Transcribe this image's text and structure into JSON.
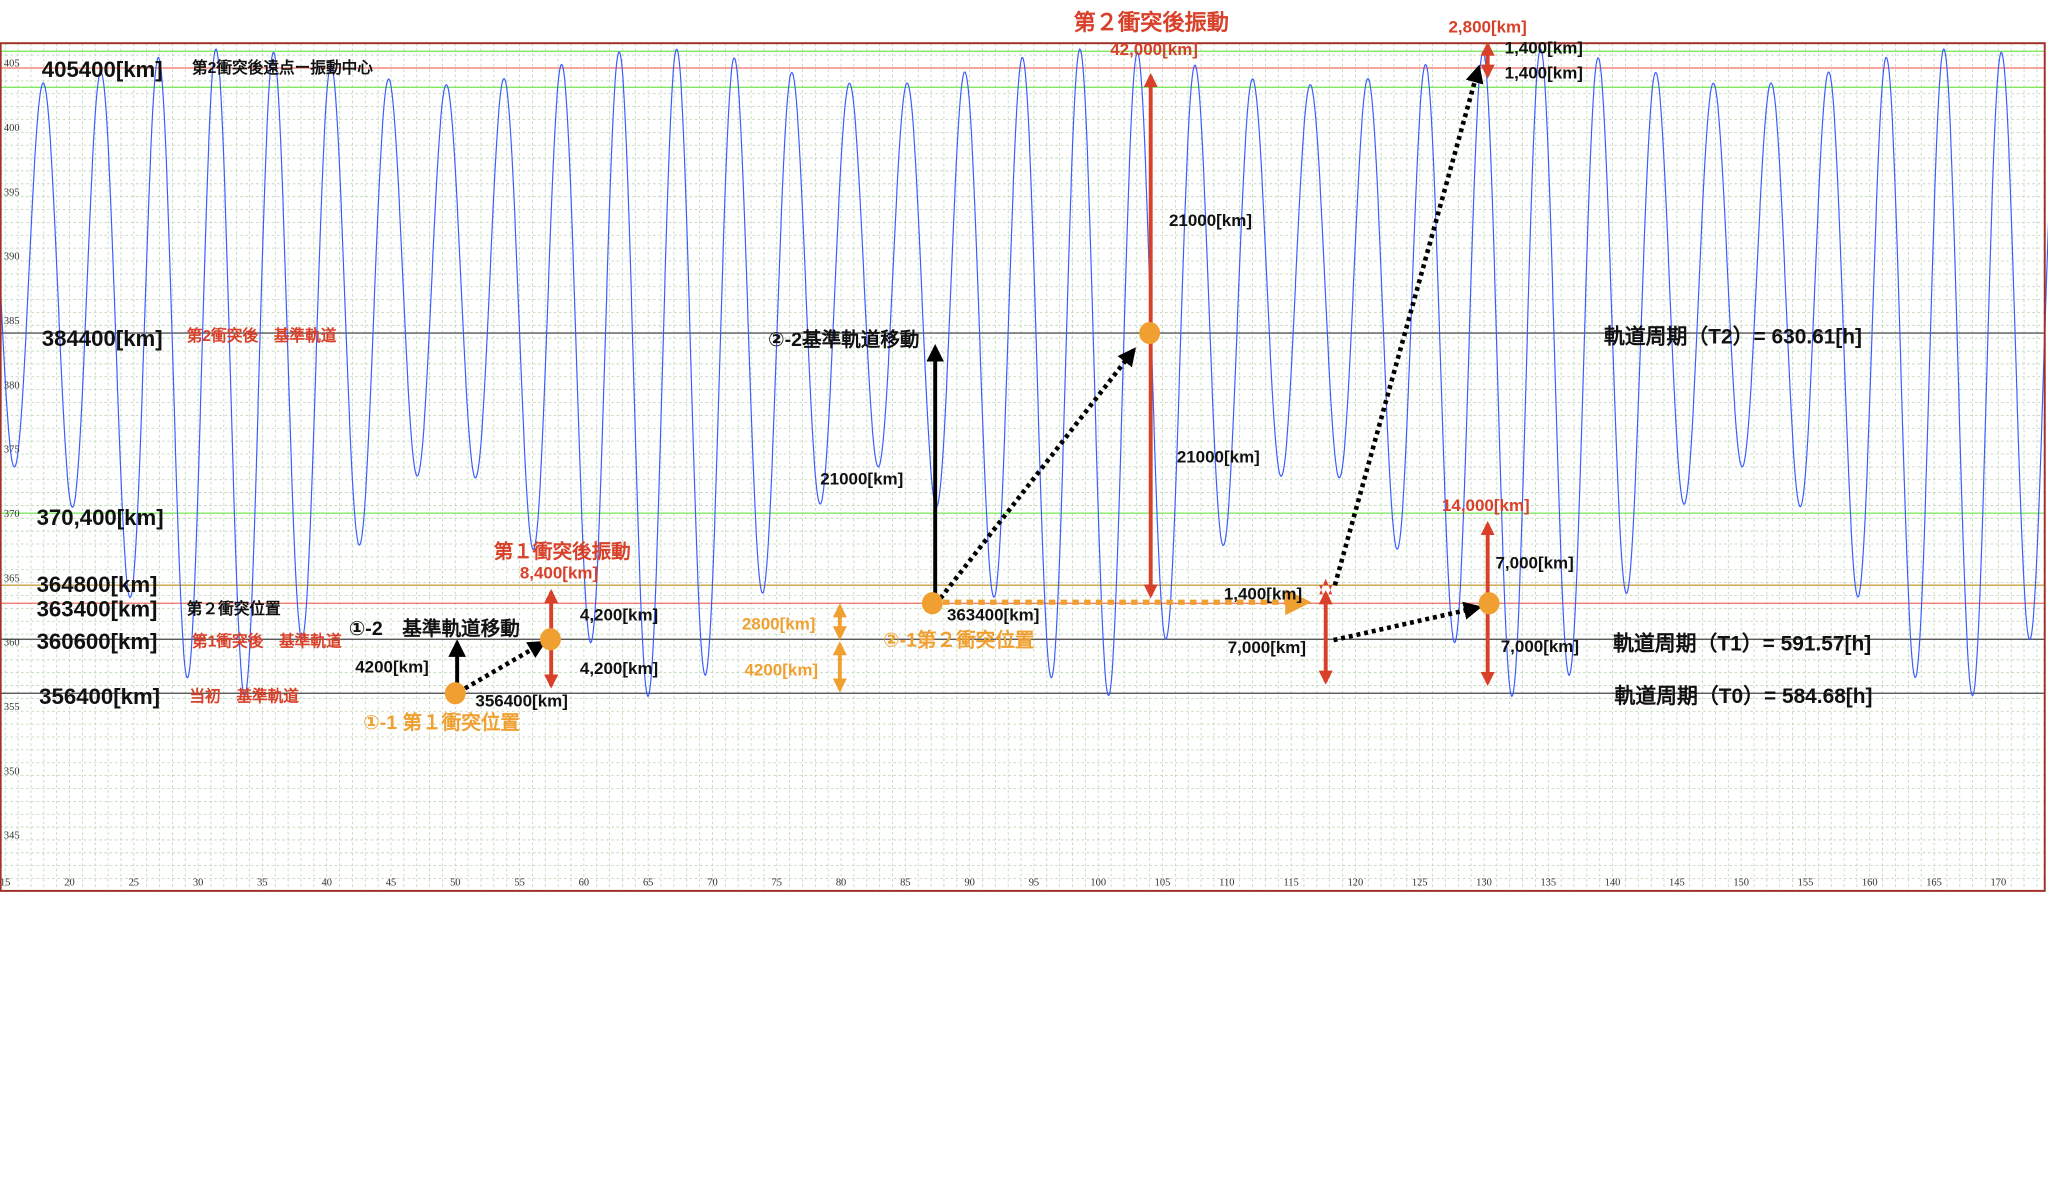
{
  "chart_data": {
    "type": "line",
    "title": "",
    "xlabel": "",
    "ylabel": "",
    "xlim": [
      15,
      174
    ],
    "ylim": [
      340.7,
      406.6
    ],
    "grid": true,
    "x_ticks": [
      15,
      20,
      25,
      30,
      35,
      40,
      45,
      50,
      55,
      60,
      65,
      70,
      75,
      80,
      85,
      90,
      95,
      100,
      105,
      110,
      115,
      120,
      125,
      130,
      135,
      140,
      145,
      150,
      155,
      160,
      165,
      170
    ],
    "y_ticks": [
      345,
      350,
      355,
      360,
      365,
      370,
      375,
      380,
      385,
      390,
      395,
      400,
      405
    ],
    "series": [
      {
        "name": "orbit-distance",
        "color": "#3a5cff",
        "model": {
          "carrier_period": 4.479,
          "first_peak_x": 17.95,
          "beat_period": 33.6,
          "beat_max_x": 15.6,
          "trough_mean": 365,
          "trough_amp": 9,
          "peak_mean": 405.1,
          "peak_amp": -1.4
        }
      }
    ],
    "reference_lines": [
      {
        "value": 406.3,
        "color": "#80e860"
      },
      {
        "value": 405.0,
        "color": "#f07060"
      },
      {
        "value": 403.5,
        "color": "#80e860"
      },
      {
        "value": 384.4,
        "color": "#555555"
      },
      {
        "value": 370.4,
        "color": "#80e860"
      },
      {
        "value": 364.8,
        "color": "#c8a040"
      },
      {
        "value": 363.4,
        "color": "#f07060"
      },
      {
        "value": 360.6,
        "color": "#444444"
      },
      {
        "value": 356.4,
        "color": "#444444"
      }
    ],
    "points": [
      {
        "name": "collision-1-position",
        "x": 50,
        "y": 356.4
      },
      {
        "name": "after-collision-1-center",
        "x": 57.4,
        "y": 360.6
      },
      {
        "name": "collision-2-position",
        "x": 87.1,
        "y": 363.4
      },
      {
        "name": "after-collision-2-center",
        "x": 104.0,
        "y": 384.4
      },
      {
        "name": "right-point",
        "x": 130.4,
        "y": 363.4
      }
    ],
    "colors": {
      "accent_red": "#d9402a",
      "accent_orange": "#f0a030",
      "line_blue": "#3a5cff"
    }
  },
  "left_labels": {
    "l405400": "405400[km]",
    "l405400_note": "第2衝突後遠点ー振動中心",
    "l384400": "384400[km]",
    "l384400_note": "第2衝突後　基準軌道",
    "l370400": "370,400[km]",
    "l364800": "364800[km]",
    "l363400": "363400[km]",
    "l363400_note": "第２衝突位置",
    "l360600": "360600[km]",
    "l360600_note": "第1衝突後　基準軌道",
    "l356400": "356400[km]",
    "l356400_note": "当初　基準軌道"
  },
  "annotations": {
    "c1_move": "①-2　基準軌道移動",
    "c1_move_dist": "4200[km]",
    "c1_title": "第１衝突後振動",
    "c1_amp": "8,400[km]",
    "c1_up": "4,200[km]",
    "c1_down": "4,200[km]",
    "c1_pos_value": "356400[km]",
    "c1_pos_label": "①-1 第１衝突位置",
    "o_2800": "2800[km]",
    "o_4200": "4200[km]",
    "c2_move": "②-2基準軌道移動",
    "c2_move_dist": "21000[km]",
    "c2_title": "第２衝突後振動",
    "c2_amp": "42,000[km]",
    "c2_up": "21000[km]",
    "c2_down": "21000[km]",
    "c2_pos_value": "363400[km]",
    "c2_pos_label": "②-1第２衝突位置",
    "r_1400": "1,400[km]",
    "r_7000": "7,000[km]",
    "r2_amp": "14,000[km]",
    "r2_up": "7,000[km]",
    "r2_down": "7,000[km]",
    "top_amp": "2,800[km]",
    "top_up": "1,400[km]",
    "top_down": "1,400[km]",
    "t2": "軌道周期（T2）= 630.61[h]",
    "t1": "軌道周期（T1）= 591.57[h]",
    "t0": "軌道周期（T0）= 584.68[h]"
  }
}
